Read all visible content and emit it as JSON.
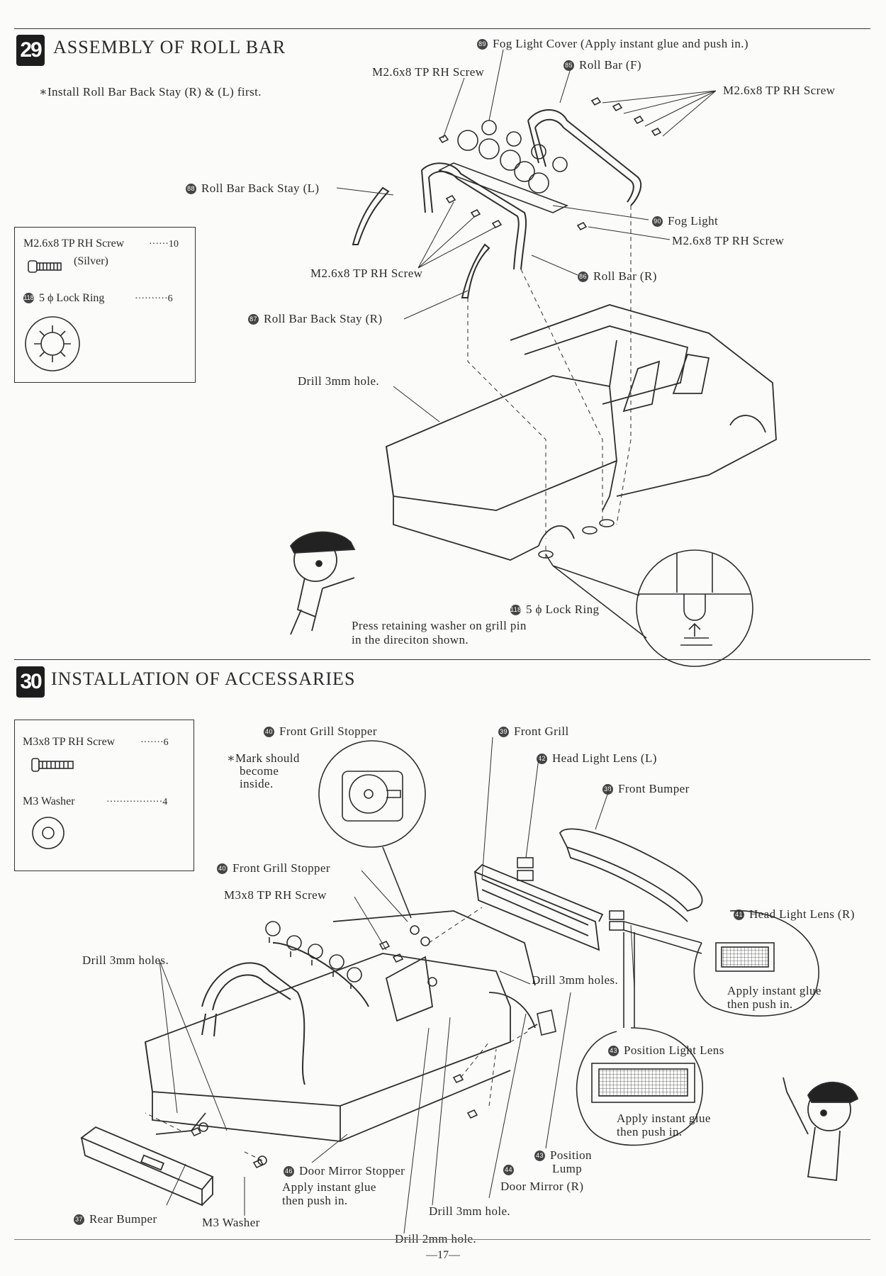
{
  "step29": {
    "number": "29",
    "title": "ASSEMBLY OF ROLL BAR",
    "note": "∗Install Roll Bar Back Stay (R) & (L) first.",
    "parts_box": {
      "row1_label": "M2.6x8 TP RH Screw",
      "row1_qty": "10",
      "row1_sub": "(Silver)",
      "row2_num": "118",
      "row2_label": "5 ϕ Lock Ring",
      "row2_qty": "6"
    },
    "labels": {
      "fog_cover_num": "89",
      "fog_cover": "Fog Light Cover (Apply instant glue and push in.)",
      "screw_top": "M2.6x8 TP RH Screw",
      "roll_bar_f_num": "85",
      "roll_bar_f": "Roll Bar (F)",
      "screw_right": "M2.6x8 TP RH Screw",
      "back_stay_l_num": "88",
      "back_stay_l": "Roll Bar Back Stay (L)",
      "fog_light_num": "90",
      "fog_light": "Fog Light",
      "screw_fog": "M2.6x8 TP RH Screw",
      "screw_center": "M2.6x8 TP RH Screw",
      "roll_bar_r_num": "86",
      "roll_bar_r": "Roll Bar (R)",
      "back_stay_r_num": "87",
      "back_stay_r": "Roll Bar Back Stay (R)",
      "drill": "Drill 3mm hole.",
      "lock_ring_num": "118",
      "lock_ring": "5 ϕ Lock Ring",
      "press_line1": "Press retaining washer on grill pin",
      "press_line2": "in the direciton shown."
    }
  },
  "step30": {
    "number": "30",
    "title": "INSTALLATION OF ACCESSARIES",
    "parts_box": {
      "row1_label": "M3x8 TP RH Screw",
      "row1_qty": "6",
      "row2_label": "M3 Washer",
      "row2_qty": "4"
    },
    "labels": {
      "grill_stopper_top_num": "40",
      "grill_stopper_top": "Front Grill Stopper",
      "mark_line1": "∗Mark should",
      "mark_line2": "become",
      "mark_line3": "inside.",
      "front_grill_num": "39",
      "front_grill": "Front Grill",
      "head_lens_l_num": "42",
      "head_lens_l": "Head Light Lens (L)",
      "front_bumper_num": "38",
      "front_bumper": "Front Bumper",
      "grill_stopper_num": "40",
      "grill_stopper": "Front Grill Stopper",
      "m3_screw": "M3x8 TP RH Screw",
      "head_lens_r_num": "41",
      "head_lens_r": "Head Light Lens (R)",
      "drill_holes_left": "Drill 3mm holes.",
      "drill_holes_right": "Drill 3mm holes.",
      "apply_r_line1": "Apply instant glue",
      "apply_r_line2": "then push in.",
      "pos_lens_num": "43",
      "pos_lens": "Position Light Lens",
      "apply_pos_line1": "Apply instant glue",
      "apply_pos_line2": "then push in.",
      "pos_lump_num": "43",
      "pos_lump_line1": "Position",
      "pos_lump_line2": "Lump",
      "door_mirror_num": "44",
      "door_mirror": "Door Mirror (R)",
      "mirror_stopper_num": "46",
      "mirror_stopper": "Door Mirror Stopper",
      "apply_ms_line1": "Apply instant glue",
      "apply_ms_line2": "then push in.",
      "drill_3mm": "Drill 3mm hole.",
      "drill_2mm": "Drill 2mm hole.",
      "rear_bumper_num": "37",
      "rear_bumper": "Rear Bumper",
      "m3_washer": "M3 Washer"
    }
  },
  "page_number": "—17—"
}
